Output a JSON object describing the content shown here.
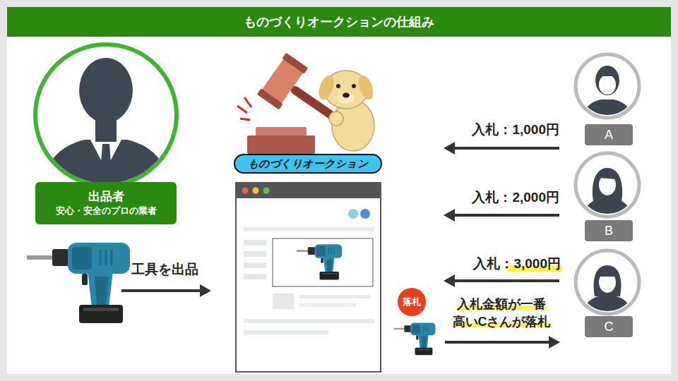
{
  "diagram": {
    "title": "ものづくりオークションの仕組み",
    "nodes": [
      {
        "text": [
          "出品者",
          "安心・安全のプロの業者"
        ]
      },
      {
        "text": [
          "ものづくりオークション"
        ]
      },
      {
        "text": [
          "A"
        ]
      },
      {
        "text": [
          "B"
        ]
      },
      {
        "text": [
          "落札"
        ]
      },
      {
        "text": [
          "C"
        ]
      }
    ],
    "labels": [
      "入札：1,000円",
      "入札：2,000円",
      "工具を出品",
      "入札：3,000円",
      "入札金額が一番 高いCさんが落札"
    ]
  }
}
